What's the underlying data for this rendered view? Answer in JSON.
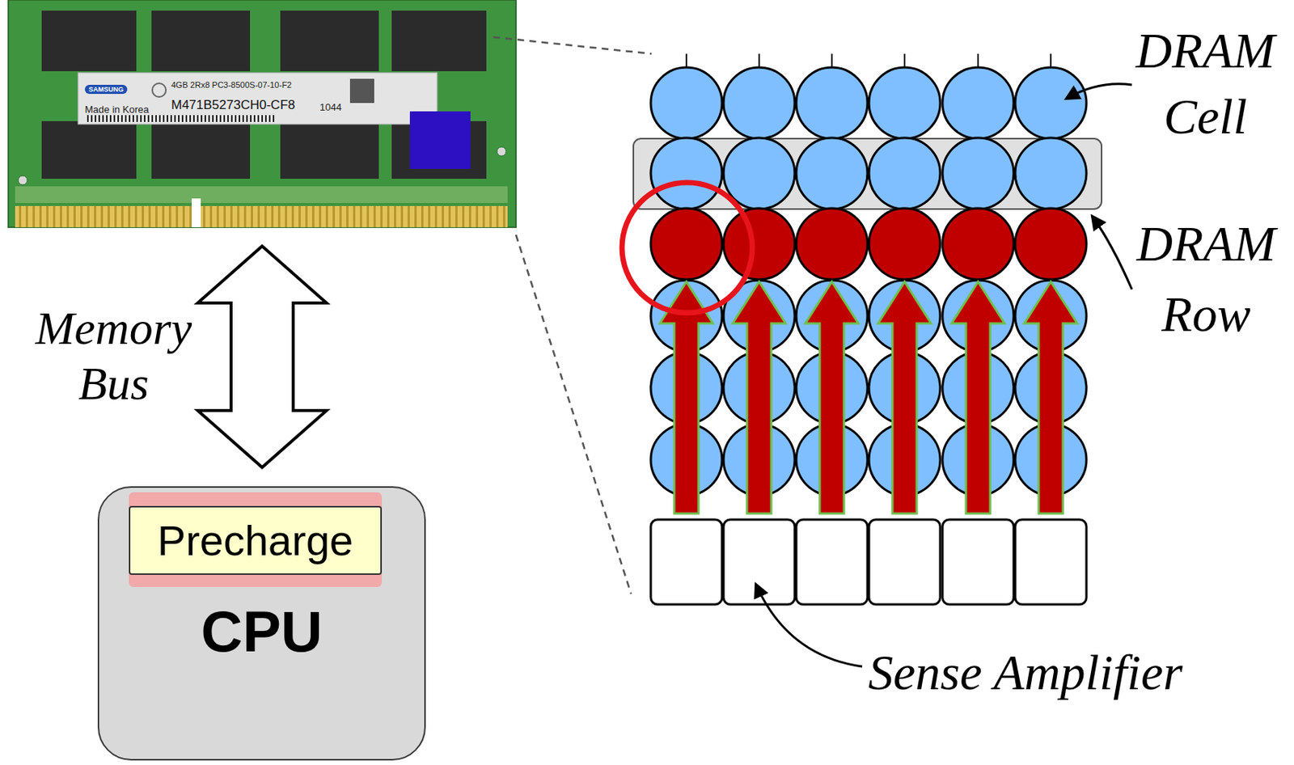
{
  "diagram": {
    "nodes": [
      {
        "text": [
          "CPU"
        ]
      },
      {
        "text": [
          "Precharge"
        ],
        "in": 0
      }
    ],
    "labels": [
      "SAMSUNG",
      "4GB 2Rx8 PC3-8500S-07-10-F2",
      "Made in Korea",
      "M471B5273CH0-CF8",
      "1044",
      "Memory Bus",
      "DRAM Cell",
      "DRAM Row",
      "Sense Amplifier"
    ]
  }
}
